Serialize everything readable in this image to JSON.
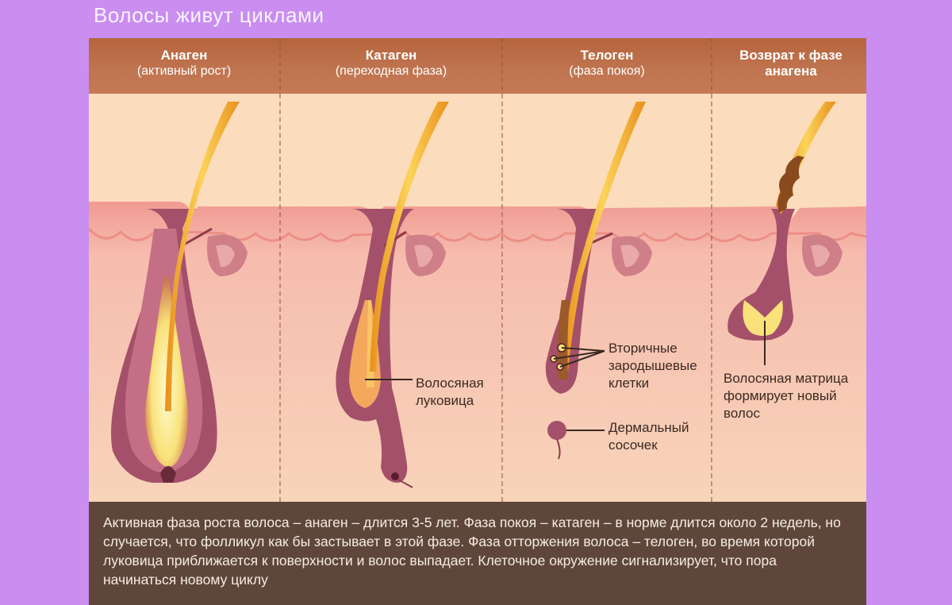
{
  "title": "Волосы живут циклами",
  "stages": [
    {
      "name": "Анаген",
      "sub": "(активный рост)"
    },
    {
      "name": "Катаген",
      "sub": "(переходная фаза)"
    },
    {
      "name": "Телоген",
      "sub": "(фаза покоя)"
    },
    {
      "name": "Возврат к фазе анагена",
      "sub": ""
    }
  ],
  "callouts": {
    "bulb": "Волосяная луковица",
    "secondary_germ": "Вторичные зародышевые клетки",
    "papilla": "Дермальный сосочек",
    "matrix": "Волосяная матрица формирует новый волос"
  },
  "caption": "Активная фаза роста волоса – анаген – длится 3-5 лет. Фаза покоя – катаген – в норме длится около 2 недель, но случается, что фолликул как бы застывает в этой фазе. Фаза отторжения волоса – телоген, во время которой луковица приближается к поверхности и волос выпадает. Клеточное окружение сигнализирует, что пора начинаться новому циклу",
  "colors": {
    "background": "#c98ef0",
    "header": "#b5643d",
    "skin": "#f3b39f",
    "dermis": "#f7cdb1",
    "follicle": "#8a3d4f",
    "hair": "#f0a12a",
    "caption_bg": "#5e463b"
  }
}
